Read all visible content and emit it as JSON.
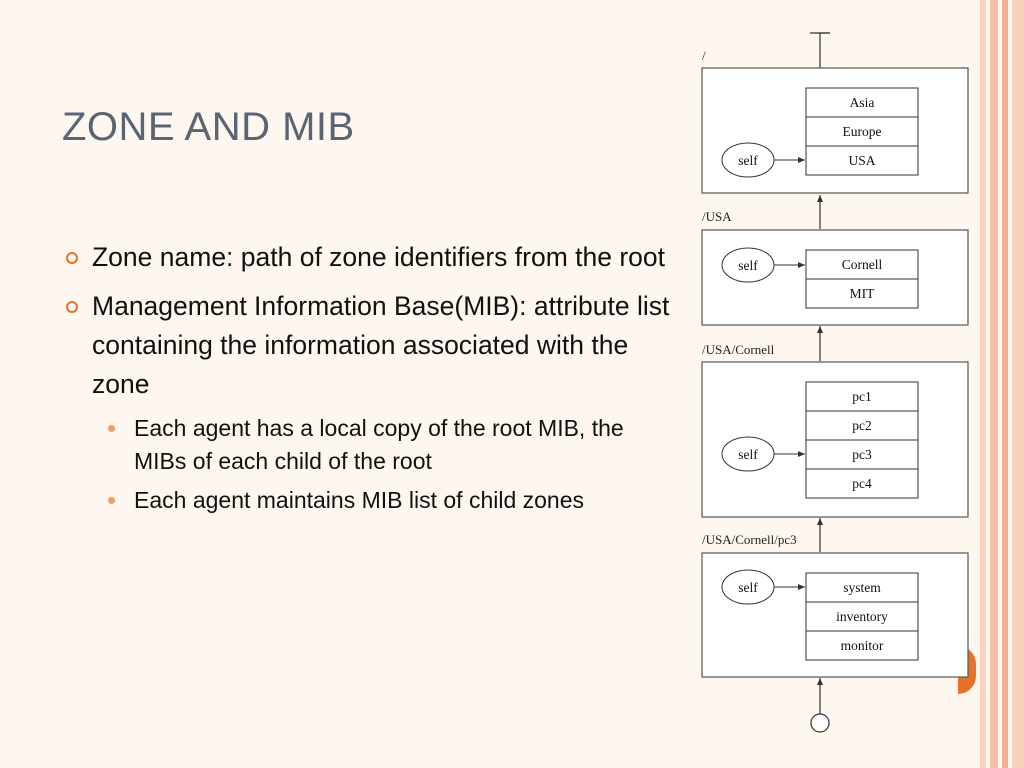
{
  "slide": {
    "title": "ZONE AND MIB",
    "bullets": [
      {
        "text": "Zone name: path of zone identifiers from the root"
      },
      {
        "text": "Management Information Base(MIB): attribute list containing the information associated with the zone"
      }
    ],
    "sub_bullets": [
      {
        "text": "Each agent has a local copy of the root MIB, the MIBs of each child of the root"
      },
      {
        "text": "Each agent maintains MIB list of child zones"
      }
    ]
  },
  "diagram": {
    "zones": [
      {
        "path": "/",
        "self_label": "self",
        "rows": [
          "Asia",
          "Europe",
          "USA"
        ]
      },
      {
        "path": "/USA",
        "self_label": "self",
        "rows": [
          "Cornell",
          "MIT"
        ]
      },
      {
        "path": "/USA/Cornell",
        "self_label": "self",
        "rows": [
          "pc1",
          "pc2",
          "pc3",
          "pc4"
        ]
      },
      {
        "path": "/USA/Cornell/pc3",
        "self_label": "self",
        "rows": [
          "system",
          "inventory",
          "monitor"
        ]
      }
    ]
  },
  "colors": {
    "accent": "#e8712a",
    "title": "#5a6472",
    "background": "#fdf7f0",
    "stripe_light": "#f8d0bc",
    "stripe_mid": "#f3b393"
  }
}
